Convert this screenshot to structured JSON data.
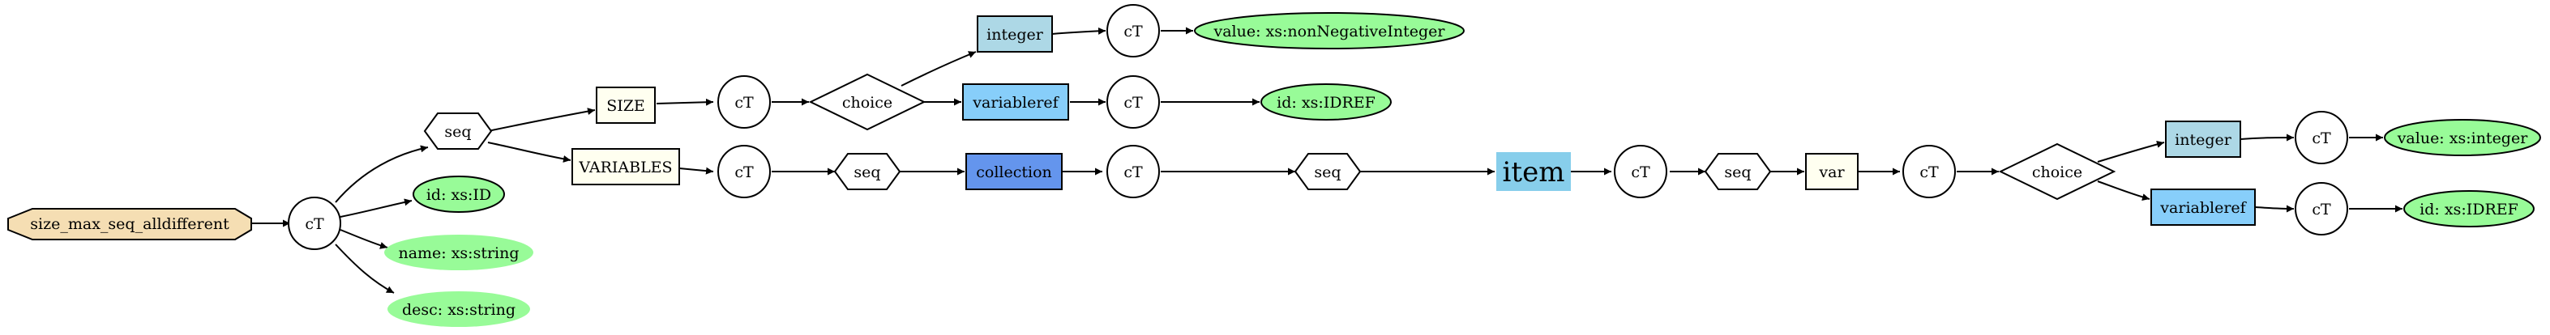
{
  "diagram": {
    "nodes": {
      "root": {
        "label": "size_max_seq_alldifferent",
        "fill": "#f5deb3"
      },
      "ct1": {
        "label": "cT",
        "fill": "#ffffff"
      },
      "seq1": {
        "label": "seq",
        "fill": "#ffffff"
      },
      "attr_id1": {
        "label": "id: xs:ID",
        "fill": "#98fb98"
      },
      "attr_name": {
        "label": "name: xs:string",
        "fill": "#98fb98"
      },
      "attr_desc": {
        "label": "desc: xs:string",
        "fill": "#98fb98"
      },
      "size": {
        "label": "SIZE",
        "fill": "#fffff0"
      },
      "variables": {
        "label": "VARIABLES",
        "fill": "#fffff0"
      },
      "ct_size": {
        "label": "cT",
        "fill": "#ffffff"
      },
      "choice1": {
        "label": "choice",
        "fill": "#ffffff"
      },
      "integer1": {
        "label": "integer",
        "fill": "#add8e6"
      },
      "varref1": {
        "label": "variableref",
        "fill": "#87cefa"
      },
      "ct_int1": {
        "label": "cT",
        "fill": "#ffffff"
      },
      "ct_varref1": {
        "label": "cT",
        "fill": "#ffffff"
      },
      "val_nonneg": {
        "label": "value: xs:nonNegativeInteger",
        "fill": "#98fb98"
      },
      "idref1": {
        "label": "id: xs:IDREF",
        "fill": "#98fb98"
      },
      "ct_vars": {
        "label": "cT",
        "fill": "#ffffff"
      },
      "seq2": {
        "label": "seq",
        "fill": "#ffffff"
      },
      "collection": {
        "label": "collection",
        "fill": "#6495ed"
      },
      "ct_coll": {
        "label": "cT",
        "fill": "#ffffff"
      },
      "seq3": {
        "label": "seq",
        "fill": "#ffffff"
      },
      "item": {
        "label": "item",
        "fill": "#87ceeb"
      },
      "ct_item": {
        "label": "cT",
        "fill": "#ffffff"
      },
      "seq4": {
        "label": "seq",
        "fill": "#ffffff"
      },
      "var": {
        "label": "var",
        "fill": "#fffff0"
      },
      "ct_var": {
        "label": "cT",
        "fill": "#ffffff"
      },
      "choice2": {
        "label": "choice",
        "fill": "#ffffff"
      },
      "integer2": {
        "label": "integer",
        "fill": "#add8e6"
      },
      "varref2": {
        "label": "variableref",
        "fill": "#87cefa"
      },
      "ct_int2": {
        "label": "cT",
        "fill": "#ffffff"
      },
      "ct_varref2": {
        "label": "cT",
        "fill": "#ffffff"
      },
      "val_int": {
        "label": "value: xs:integer",
        "fill": "#98fb98"
      },
      "idref2": {
        "label": "id: xs:IDREF",
        "fill": "#98fb98"
      }
    }
  }
}
